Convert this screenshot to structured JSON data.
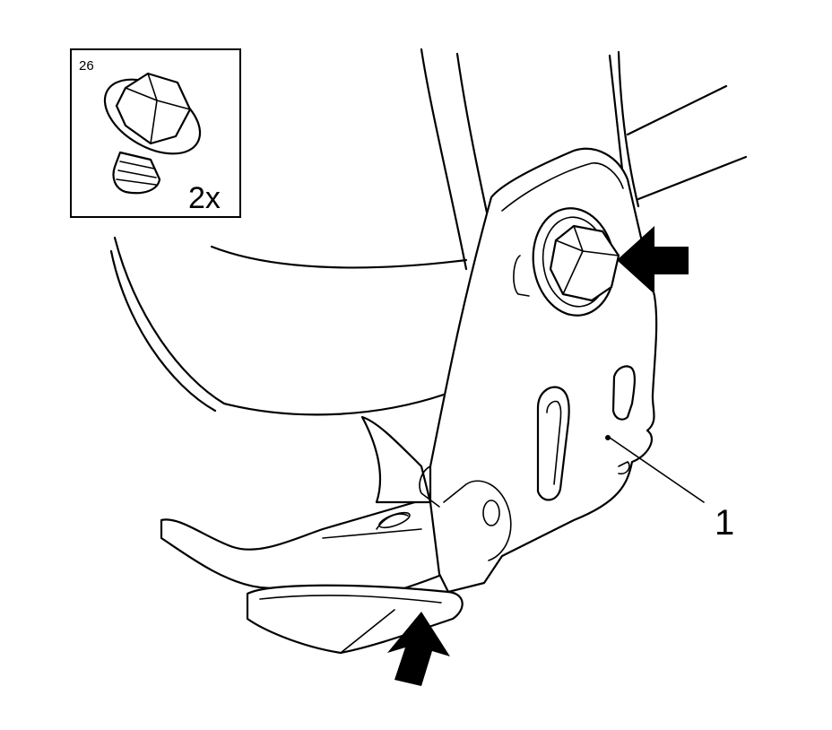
{
  "inset": {
    "ref_code": "26",
    "quantity": "2x",
    "icon": "flange-bolt-icon"
  },
  "callouts": [
    {
      "label": "1"
    }
  ],
  "arrows": [
    {
      "icon": "arrow-left-icon"
    },
    {
      "icon": "arrow-up-icon"
    }
  ]
}
